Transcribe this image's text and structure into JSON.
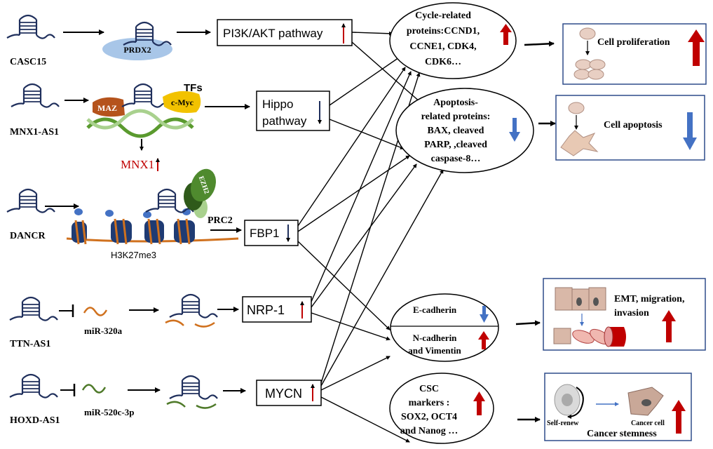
{
  "lncrnas": {
    "casc15": "CASC15",
    "mnx1_as1": "MNX1-AS1",
    "dancr": "DANCR",
    "ttn_as1": "TTN-AS1",
    "hoxd_as1": "HOXD-AS1"
  },
  "mechanism_labels": {
    "prdx2": "PRDX2",
    "maz": "MAZ",
    "c_myc": "c-Myc",
    "tfs": "TFs",
    "mnx1": "MNX1",
    "ezh2": "EZH2",
    "prc2": "PRC2",
    "h3k27me3": "H3K27me3",
    "mir_320a": "miR-320a",
    "mir_520c": "miR-520c-3p"
  },
  "pathways": {
    "pi3k": "PI3K/AKT pathway",
    "hippo_1": "Hippo",
    "hippo_2": "pathway",
    "fbp1": "FBP1",
    "nrp1": "NRP-1",
    "mycn": "MYCN"
  },
  "targets": {
    "cycle": [
      "Cycle-related",
      "proteins:CCND1,",
      "CCNE1, CDK4,",
      "CDK6…"
    ],
    "apoptosis": [
      "Apoptosis-",
      "related proteins:",
      "BAX, cleaved",
      "PARP, ,cleaved",
      "caspase-8…"
    ],
    "ecad": "E-cadherin",
    "ncad": [
      "N-cadherin",
      "and Vimentin"
    ],
    "csc": [
      "CSC",
      "markers :",
      "SOX2, OCT4",
      "and Nanog …"
    ]
  },
  "outcomes": {
    "proliferation": "Cell proliferation",
    "apoptosis": "Cell apoptosis",
    "emt_1": "EMT, migration,",
    "emt_2": "invasion",
    "stemness": "Cancer stemness",
    "self_renew": "Self-renew",
    "cancer_cell": "Cancer cell"
  },
  "colors": {
    "rna": "#1f2f5c",
    "up_arrow": "#c00000",
    "down_arrow_blue": "#4472c4",
    "down_arrow_navy": "#1f2f5c",
    "mnx1_text": "#c00000",
    "prdx2": "#a8c6e8",
    "maz": "#b5531c",
    "cmyc": "#f2c200",
    "ezh2": "#4f8a2e",
    "dna": "#5a9a2e",
    "nucleosome": "#1f3b73",
    "mir320a": "#d0711e",
    "mir520c": "#4f7a2a"
  }
}
